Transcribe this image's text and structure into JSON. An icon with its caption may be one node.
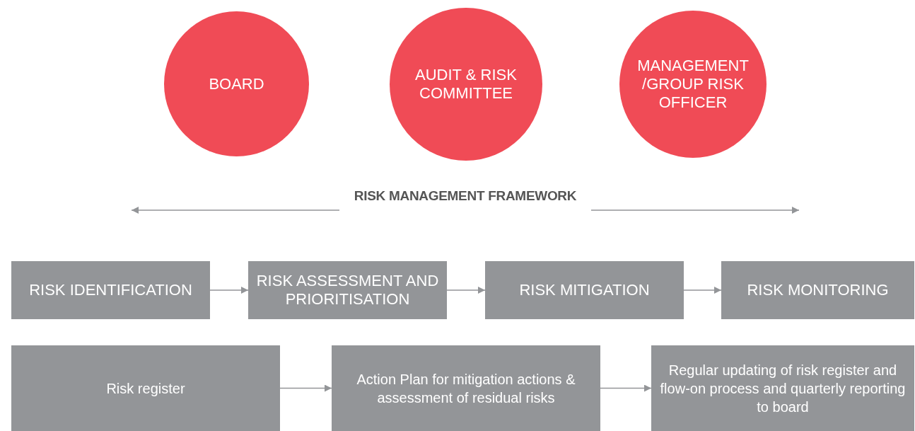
{
  "diagram": {
    "nodes": [
      {
        "text": [
          "BOARD"
        ]
      },
      {
        "text": [
          "AUDIT & RISK COMMITTEE"
        ]
      },
      {
        "text": [
          "MANAGEMENT /GROUP RISK OFFICER"
        ]
      },
      {
        "text": [
          "RISK IDENTIFICATION"
        ]
      },
      {
        "text": [
          "RISK ASSESSMENT AND PRIORITISATION"
        ]
      },
      {
        "text": [
          "RISK MITIGATION"
        ]
      },
      {
        "text": [
          "RISK MONITORING"
        ]
      },
      {
        "text": [
          "Risk register"
        ]
      },
      {
        "text": [
          "Action Plan for mitigation actions & assessment of residual risks"
        ]
      },
      {
        "text": [
          "Regular updating of risk register and flow-on process and quarterly reporting to board"
        ]
      }
    ],
    "edges": [
      {
        "from": 3,
        "to": 4,
        "arrow": "to"
      },
      {
        "from": 4,
        "to": 5,
        "arrow": "to"
      },
      {
        "from": 5,
        "to": 6,
        "arrow": "to"
      },
      {
        "from": 7,
        "to": 8,
        "arrow": "to"
      },
      {
        "from": 8,
        "to": 9,
        "arrow": "to"
      }
    ],
    "labels": [
      "RISK MANAGEMENT FRAMEWORK"
    ]
  }
}
